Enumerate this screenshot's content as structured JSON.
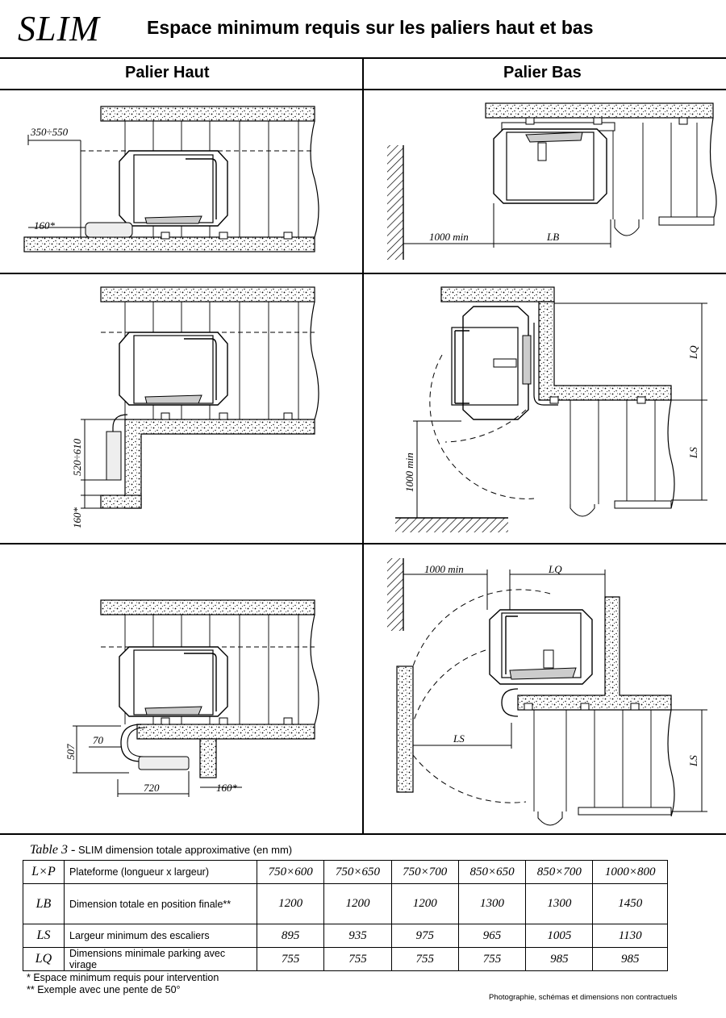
{
  "brand": "SLIM",
  "title": "Espace minimum requis sur les paliers haut et bas",
  "columns": {
    "left": "Palier Haut",
    "right": "Palier Bas"
  },
  "dims": {
    "d1": "350÷550",
    "d2": "160*",
    "d3": "1000 min",
    "d4": "LB",
    "d5": "520÷610",
    "d6": "160*",
    "d7": "LQ",
    "d8": "LS",
    "d9": "1000 min",
    "d10": "70",
    "d11": "507",
    "d12": "720",
    "d13": "160*",
    "d14": "1000 min",
    "d15": "LQ",
    "d16": "LS",
    "d17": "LS"
  },
  "table": {
    "caption_prefix": "Table 3 -",
    "caption": "SLIM dimension totale approximative (en mm)",
    "rows": [
      {
        "sym": "L×P",
        "label": "Plateforme (longueur x largeur)",
        "values": [
          "750×600",
          "750×650",
          "750×700",
          "850×650",
          "850×700",
          "1000×800"
        ]
      },
      {
        "sym": "LB",
        "label": "Dimension totale en position finale**",
        "values": [
          "1200",
          "1200",
          "1200",
          "1300",
          "1300",
          "1450"
        ]
      },
      {
        "sym": "LS",
        "label": "Largeur minimum des escaliers",
        "values": [
          "895",
          "935",
          "975",
          "965",
          "1005",
          "1130"
        ]
      },
      {
        "sym": "LQ",
        "label": "Dimensions minimale parking avec virage",
        "values": [
          "755",
          "755",
          "755",
          "755",
          "985",
          "985"
        ]
      }
    ]
  },
  "notes": {
    "n1": "* Espace minimum requis pour intervention",
    "n2": "** Exemple avec une pente de 50°"
  },
  "disclaimer": "Photographie, schémas et dimensions non contractuels"
}
